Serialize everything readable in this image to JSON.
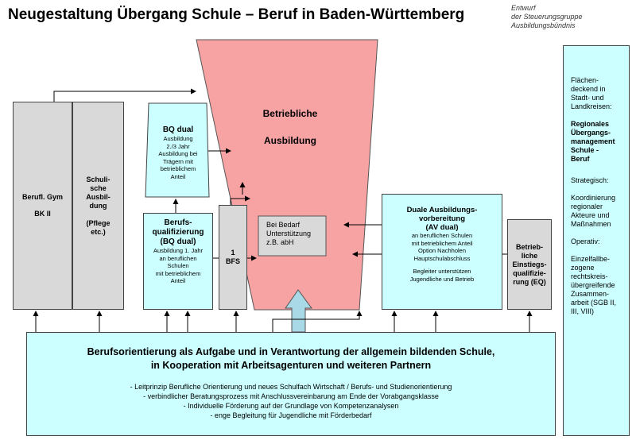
{
  "header": {
    "title": "Neugestaltung Übergang Schule – Beruf in Baden-Württemberg",
    "draft_lines": [
      "Entwurf",
      "der Steuerungsgruppe",
      "Ausbildungsbündnis"
    ]
  },
  "betriebliche": {
    "line1": "Betriebliche",
    "line2": "Ausbildung"
  },
  "beruflgym": {
    "line1": "Berufl. Gym",
    "line2": "BK II"
  },
  "schulisch": {
    "lines": [
      "Schuli-",
      "sche",
      "Ausbil-",
      "dung",
      "",
      "(Pflege",
      "etc.)"
    ]
  },
  "bqdual_top": {
    "title": "BQ dual",
    "lines": [
      "Ausbildung",
      "2./3 Jahr",
      "Ausbildung bei",
      "Trägern mit",
      "betrieblichem",
      "Anteil"
    ]
  },
  "bqdual_bottom": {
    "title_lines": [
      "Berufs-",
      "qualifizierung",
      "(BQ dual)"
    ],
    "lines": [
      "Ausbildung 1. Jahr",
      "an beruflichen",
      "Schulen",
      "mit betrieblichem",
      "Anteil"
    ]
  },
  "bfs": {
    "line1": "1",
    "line2": "BFS"
  },
  "bedarf": {
    "lines": [
      "Bei Bedarf",
      "Unterstützung",
      "z.B. abH"
    ]
  },
  "avdual": {
    "title_lines": [
      "Duale Ausbildungs-",
      "vorbereitung",
      "(AV dual)"
    ],
    "lines": [
      "an beruflichen Schulen",
      "mit betrieblichem Anteil",
      "Option Nachholen",
      "Hauptschulabschluss"
    ],
    "lines2": [
      "Begleiter unterstützen",
      "Jugendliche und Betrieb"
    ]
  },
  "eq": {
    "lines": [
      "Betrieb-",
      "liche",
      "Einstiegs-",
      "qualifizie-",
      "rung (EQ)"
    ]
  },
  "right_panel": {
    "intro": [
      "Flächen-",
      "deckend in",
      "Stadt- und",
      "Landkreisen:"
    ],
    "title": [
      "Regionales",
      "Übergangs-",
      "management",
      "Schule -",
      "Beruf"
    ],
    "strategisch": "Strategisch:",
    "strategisch_lines": [
      "Koordinierung",
      "regionaler",
      "Akteure und",
      "Maßnahmen"
    ],
    "operativ": "Operativ:",
    "operativ_lines": [
      "Einzelfallbe-",
      "zogene",
      "rechtskreis-",
      "übergreifende",
      "Zusammen-",
      "arbeit (SGB II,",
      "III, VIII)"
    ]
  },
  "bottom": {
    "headline1": "Berufsorientierung als Aufgabe und in Verantwortung  der allgemein bildenden Schule,",
    "headline2": "in Kooperation mit Arbeitsagenturen und weiteren Partnern",
    "bullets": [
      "- Leitprinzip Berufliche Orientierung und neues Schulfach Wirtschaft / Berufs- und Studienorientierung",
      "- verbindlicher Beratungsprozess mit Anschlussvereinbarung am Ende der Vorabgangsklasse",
      "- Individuelle Förderung auf der Grundlage von Kompetenzanalysen",
      "- enge Begleitung für Jugendliche mit Förderbedarf"
    ]
  },
  "colors": {
    "cyan": "#ccffff",
    "gray": "#d9d9d9",
    "pink": "#f7a3a3",
    "arrow_fill": "#a9d8e6"
  }
}
